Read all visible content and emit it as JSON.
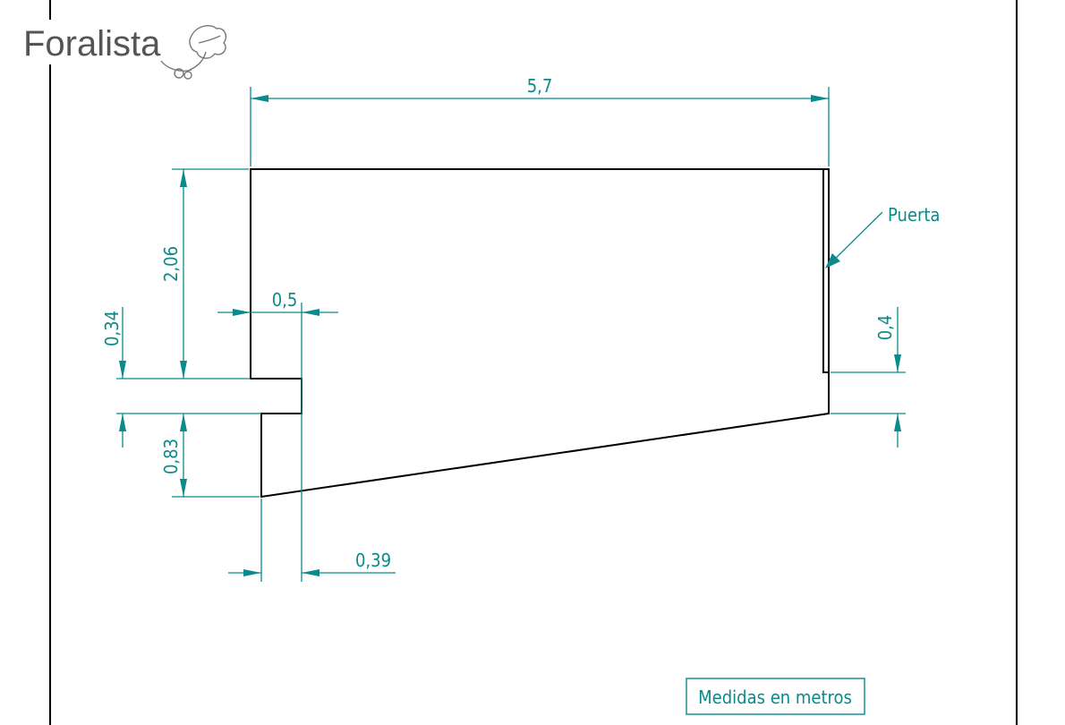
{
  "logo": {
    "text": "Foralista"
  },
  "dimensions": {
    "top_width": "5,7",
    "left_upper_height": "2,06",
    "step_width": "0,5",
    "step_height": "0,34",
    "right_offset": "0,4",
    "left_lower_height": "0,83",
    "bottom_step_width": "0,39"
  },
  "labels": {
    "door": "Puerta",
    "units_note": "Medidas en metros"
  },
  "colors": {
    "outline": "#000000",
    "dimension": "#0a8a8a"
  }
}
